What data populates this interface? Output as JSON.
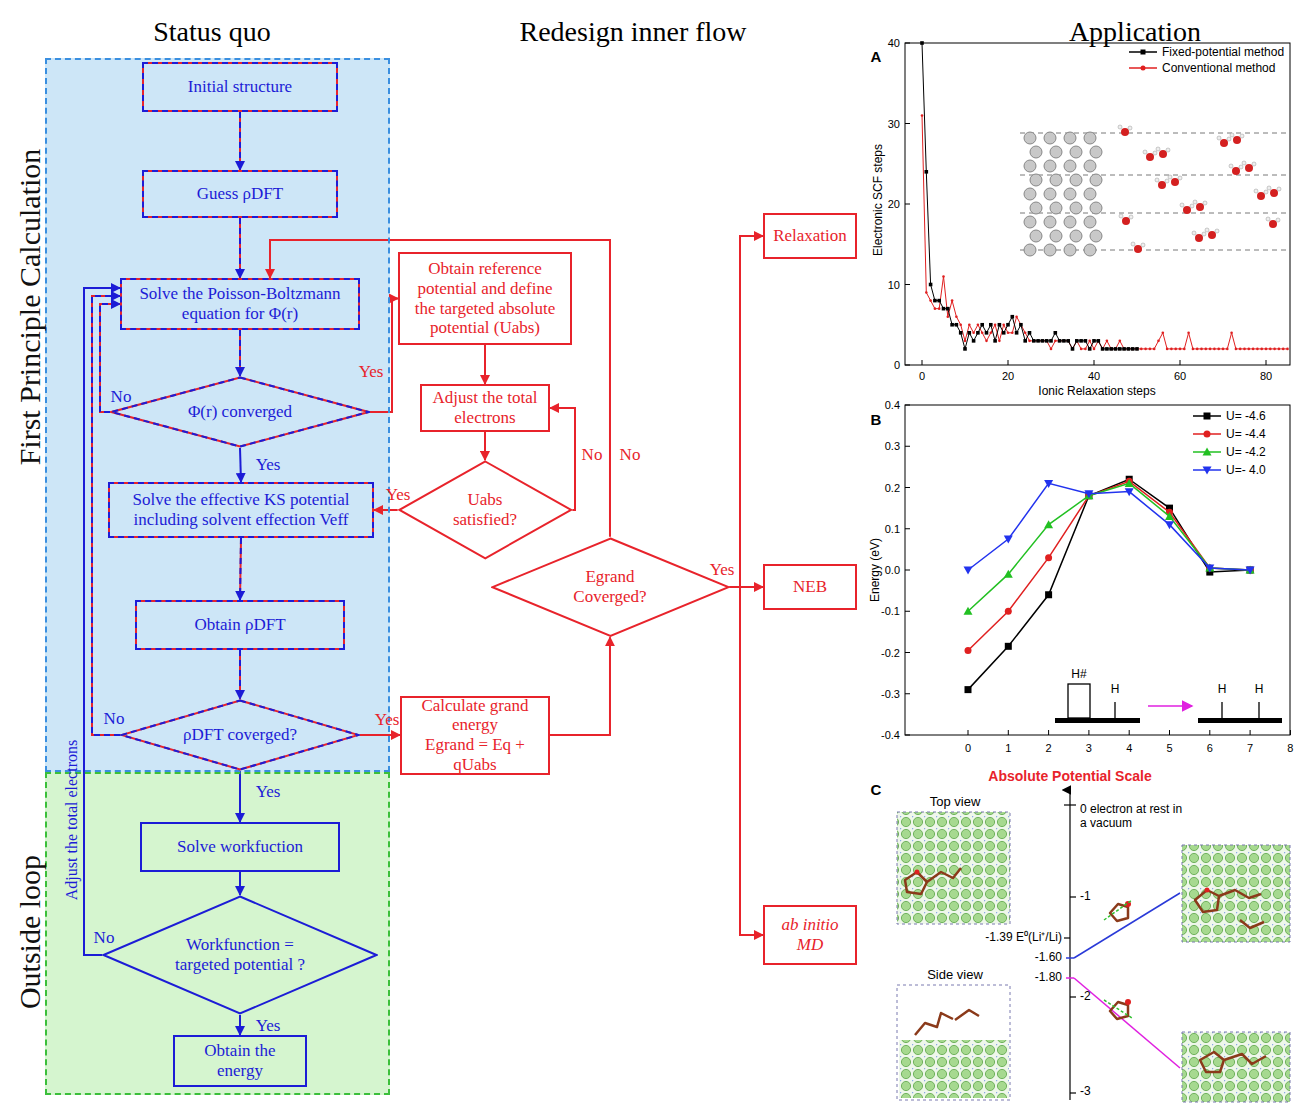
{
  "diagram": {
    "nodes": [
      {
        "text": [
          "First Principle Calculation"
        ]
      },
      {
        "text": [
          "Initial structure"
        ],
        "in": 0
      },
      {
        "text": [
          "Guess ρDFT"
        ],
        "in": 0
      },
      {
        "text": [
          "Solve the Poisson-Boltzmann equation for Φ(r)"
        ],
        "in": 0
      },
      {
        "text": [
          "Φ(r) converged"
        ],
        "in": 0
      },
      {
        "text": [
          "Solve the effective KS potential including solvent effection Veff"
        ],
        "in": 0
      },
      {
        "text": [
          "Obtain ρDFT"
        ],
        "in": 0
      },
      {
        "text": [
          "ρDFT coverged?"
        ],
        "in": 0
      },
      {
        "text": [
          "Outside loop"
        ]
      },
      {
        "text": [
          "Solve workfuction"
        ],
        "in": 8
      },
      {
        "text": [
          "Workfunction = targeted potential ?"
        ],
        "in": 8
      },
      {
        "text": [
          "Obtain the energy"
        ],
        "in": 8
      },
      {
        "text": [
          "Obtain reference potential and define the targeted absolute potential (Uabs)"
        ]
      },
      {
        "text": [
          "Adjust the total electrons"
        ]
      },
      {
        "text": [
          "Uabs satisfied?"
        ]
      },
      {
        "text": [
          "Calculate grand energy",
          "Egrand = Eq + qUabs"
        ]
      },
      {
        "text": [
          "Egrand Coverged?"
        ]
      },
      {
        "text": [
          "Relaxation"
        ]
      },
      {
        "text": [
          "NEB"
        ]
      },
      {
        "text": [
          "ab initio MD"
        ]
      }
    ],
    "edges": [
      {
        "from": 1,
        "to": 2,
        "arrow": "to"
      },
      {
        "from": 2,
        "to": 3,
        "arrow": "to"
      },
      {
        "from": 3,
        "to": 4,
        "arrow": "to"
      },
      {
        "from": 4,
        "to": 5,
        "label": "Yes",
        "arrow": "to"
      },
      {
        "from": 4,
        "to": 3,
        "label": "No",
        "arrow": "to"
      },
      {
        "from": 5,
        "to": 6,
        "arrow": "to"
      },
      {
        "from": 6,
        "to": 7,
        "arrow": "to"
      },
      {
        "from": 7,
        "to": 3,
        "label": "No",
        "arrow": "to"
      },
      {
        "from": 7,
        "to": 9,
        "label": "Yes",
        "arrow": "to"
      },
      {
        "from": 9,
        "to": 10,
        "arrow": "to"
      },
      {
        "from": 10,
        "to": 11,
        "label": "Yes",
        "arrow": "to"
      },
      {
        "from": 10,
        "to": 3,
        "label": "No",
        "arrow": "to"
      },
      {
        "from": 4,
        "to": 12,
        "label": "Yes",
        "arrow": "to"
      },
      {
        "from": 12,
        "to": 13,
        "arrow": "to"
      },
      {
        "from": 13,
        "to": 14,
        "arrow": "to"
      },
      {
        "from": 14,
        "to": 13,
        "label": "No",
        "arrow": "to"
      },
      {
        "from": 14,
        "to": 5,
        "label": "Yes",
        "arrow": "to"
      },
      {
        "from": 7,
        "to": 15,
        "label": "Yes",
        "arrow": "to"
      },
      {
        "from": 15,
        "to": 16,
        "arrow": "to"
      },
      {
        "from": 16,
        "to": 3,
        "label": "No",
        "arrow": "to"
      },
      {
        "from": 16,
        "to": 17,
        "arrow": "to"
      },
      {
        "from": 16,
        "to": 18,
        "label": "Yes",
        "arrow": "to"
      },
      {
        "from": 16,
        "to": 19,
        "arrow": "to"
      }
    ],
    "labels": [
      "Status quo",
      "Redesign inner flow",
      "Application",
      "Adjust the total electrons",
      "A",
      "Electronic SCF steps",
      "Ionic Relaxation steps",
      "0",
      "10",
      "20",
      "30",
      "40",
      "0",
      "20",
      "40",
      "60",
      "80",
      "B",
      "Energy (eV)",
      "0.4",
      "0.3",
      "0.2",
      "0.1",
      "0.0",
      "-0.1",
      "-0.2",
      "-0.3",
      "-0.4",
      "0",
      "1",
      "2",
      "3",
      "4",
      "5",
      "6",
      "7",
      "8",
      "H#",
      "H",
      "H",
      "H",
      "C",
      "Absolute Potential Scale",
      "Top view",
      "Side view",
      "0 electron at rest in a vacuum",
      "-1",
      "-1.39 E⁰(Li⁺/Li)",
      "-1.60",
      "-1.80",
      "-2",
      "-3"
    ],
    "legend": [
      {
        "text": "Fixed-potential method"
      },
      {
        "text": "Conventional method"
      },
      {
        "text": "U= -4.6"
      },
      {
        "text": "U= -4.4"
      },
      {
        "text": "U= -4.2"
      },
      {
        "text": "U=- 4.0"
      }
    ]
  }
}
